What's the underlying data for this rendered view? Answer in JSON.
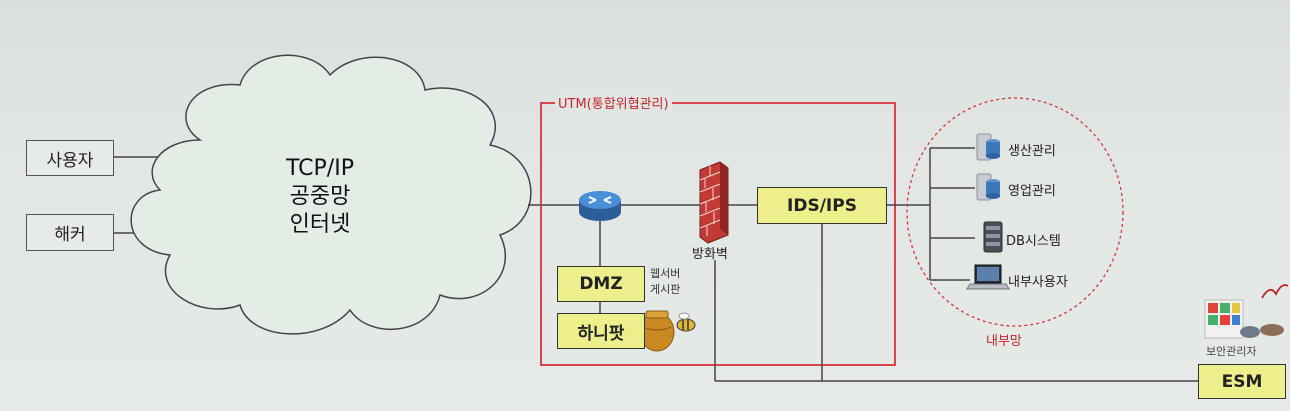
{
  "left": {
    "user_label": "사용자",
    "hacker_label": "해커"
  },
  "cloud": {
    "lines": [
      "TCP/IP",
      "공중망",
      "인터넷"
    ]
  },
  "utm": {
    "title": "UTM(통합위협관리)",
    "firewall_label": "방화벽",
    "ids_ips_label": "IDS/IPS",
    "dmz_label": "DMZ",
    "dmz_note_lines": [
      "웹서버",
      "게시판"
    ],
    "honeypot_label": "하니팟"
  },
  "internal": {
    "items": [
      "생산관리",
      "영업관리",
      "DB시스템",
      "내부사용자"
    ],
    "label": "내부망"
  },
  "esm": {
    "label": "ESM",
    "admin_label": "보안관리자"
  },
  "colors": {
    "utm_border": "#d8323c",
    "internal_border": "#d8323c",
    "box_yellow": "#ecef8a",
    "router": "#3b7fc4"
  }
}
